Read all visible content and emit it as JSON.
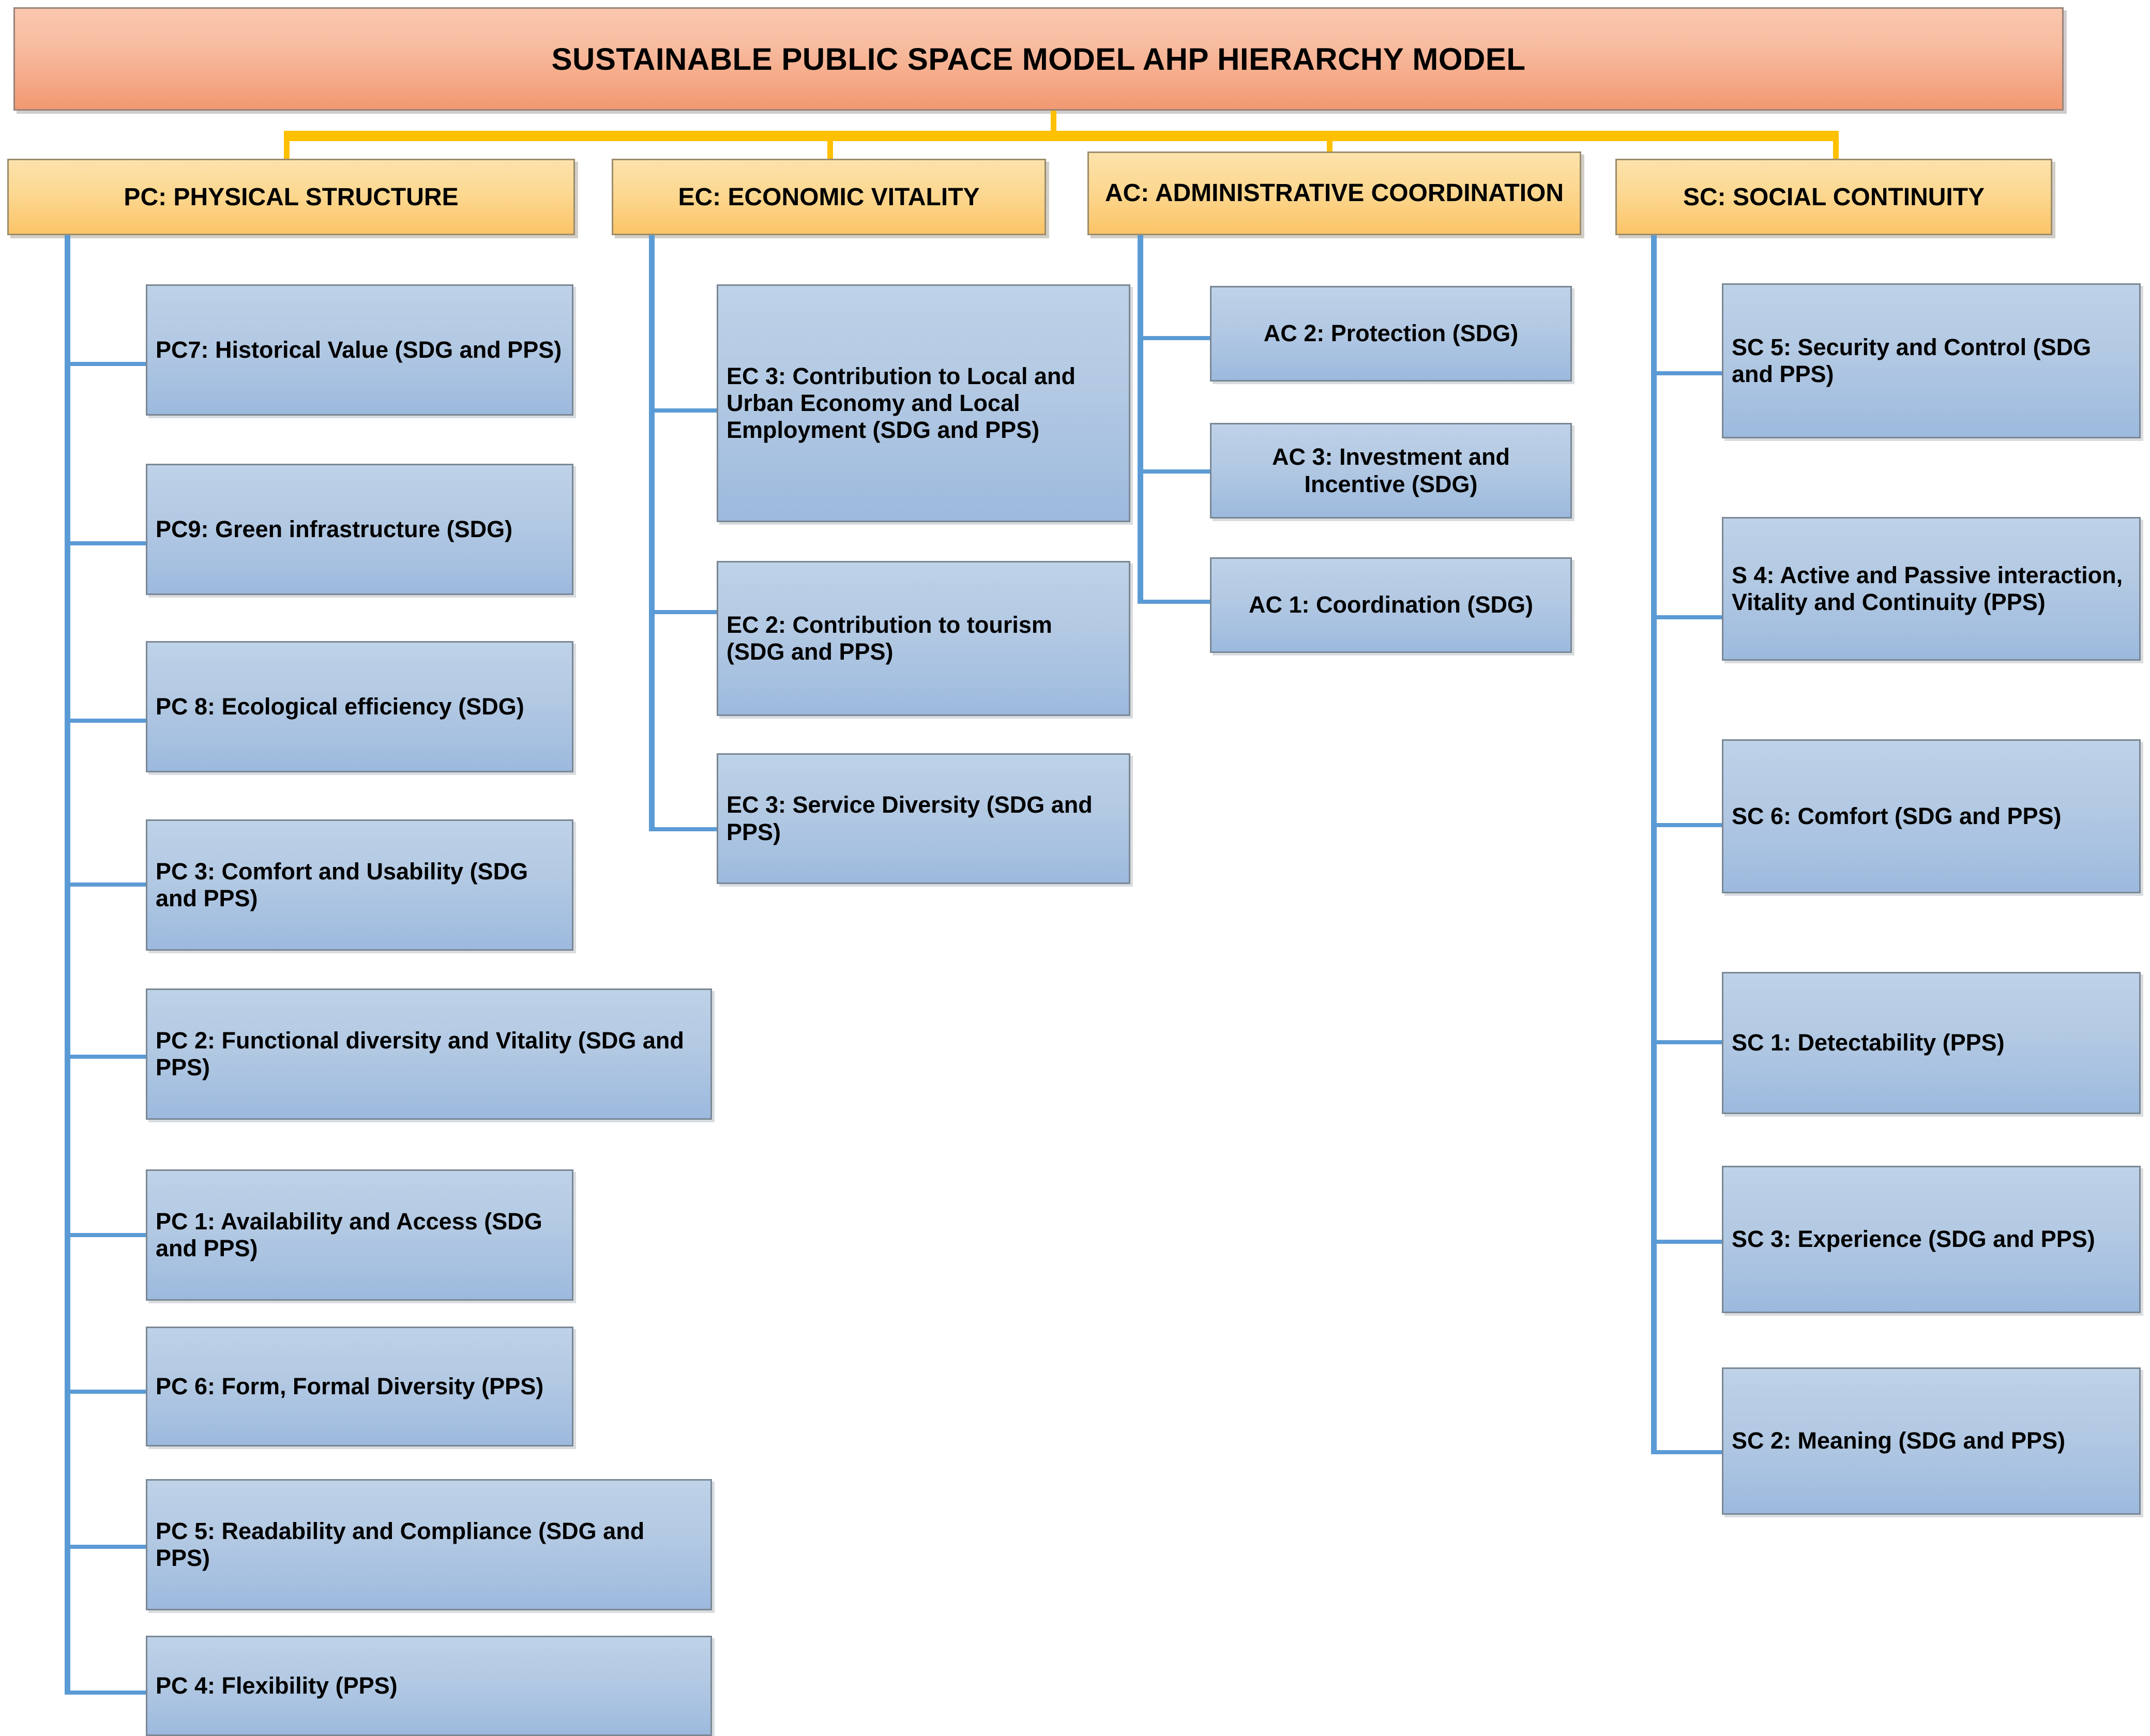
{
  "diagram": {
    "title": "SUSTAINABLE PUBLIC SPACE MODEL AHP HIERARCHY MODEL",
    "accent_yellow": "#ffc000",
    "accent_blue": "#5b9bd5",
    "title_fill": "#f5ab8a",
    "category_fill": "#fbd189",
    "leaf_fill": "#aec7e3"
  },
  "categories": [
    {
      "id": "pc",
      "label": "PC: PHYSICAL STRUCTURE"
    },
    {
      "id": "ec",
      "label": "EC: ECONOMIC VITALITY"
    },
    {
      "id": "ac",
      "label": "AC: ADMINISTRATIVE COORDINATION"
    },
    {
      "id": "sc",
      "label": "SC: SOCIAL CONTINUITY"
    }
  ],
  "criteria": {
    "pc": [
      {
        "label": "PC7: Historical Value (SDG and PPS)"
      },
      {
        "label": "PC9: Green infrastructure (SDG)"
      },
      {
        "label": "PC 8:  Ecological efficiency (SDG)"
      },
      {
        "label": "PC 3: Comfort and Usability (SDG and PPS)"
      },
      {
        "label": "PC 2: Functional diversity and Vitality (SDG and PPS)"
      },
      {
        "label": "PC 1: Availability and Access (SDG and PPS)"
      },
      {
        "label": "PC 6:  Form, Formal Diversity (PPS)"
      },
      {
        "label": "PC 5: Readability and Compliance (SDG and PPS)"
      },
      {
        "label": "PC 4: Flexibility (PPS)"
      }
    ],
    "ec": [
      {
        "label": "EC 3: Contribution to Local and Urban Economy and Local Employment (SDG and PPS)"
      },
      {
        "label": "EC 2: Contribution to tourism\n(SDG and PPS)"
      },
      {
        "label": "EC 3: Service Diversity (SDG and PPS)"
      }
    ],
    "ac": [
      {
        "label": "AC 2: Protection (SDG)"
      },
      {
        "label": "AC 3: Investment and Incentive (SDG)"
      },
      {
        "label": "AC 1: Coordination (SDG)"
      }
    ],
    "sc": [
      {
        "label": "SC 5:  Security and Control (SDG and PPS)"
      },
      {
        "label": "S 4: Active and Passive interaction, Vitality and Continuity (PPS)"
      },
      {
        "label": "SC 6: Comfort (SDG and PPS)"
      },
      {
        "label": "SC 1: Detectability (PPS)"
      },
      {
        "label": "SC 3: Experience (SDG and PPS)"
      },
      {
        "label": "SC 2: Meaning (SDG and PPS)"
      }
    ]
  }
}
